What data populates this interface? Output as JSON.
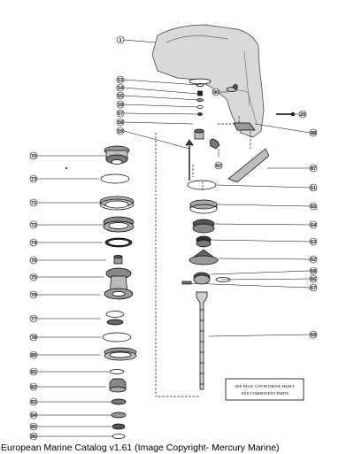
{
  "callouts": [
    {
      "id": "c1",
      "label": "1"
    },
    {
      "id": "c53",
      "label": "53"
    },
    {
      "id": "c54",
      "label": "54"
    },
    {
      "id": "c55",
      "label": "55"
    },
    {
      "id": "c18",
      "label": "18"
    },
    {
      "id": "c57",
      "label": "57"
    },
    {
      "id": "c58",
      "label": "58"
    },
    {
      "id": "c59",
      "label": "59"
    },
    {
      "id": "c90",
      "label": "90"
    },
    {
      "id": "c60",
      "label": "60"
    },
    {
      "id": "c20",
      "label": "20"
    },
    {
      "id": "c88",
      "label": "88"
    },
    {
      "id": "c87",
      "label": "87"
    },
    {
      "id": "c61",
      "label": "61"
    },
    {
      "id": "c65",
      "label": "65"
    },
    {
      "id": "c64",
      "label": "64"
    },
    {
      "id": "c63",
      "label": "63"
    },
    {
      "id": "c62",
      "label": "62"
    },
    {
      "id": "c68",
      "label": "68"
    },
    {
      "id": "c66",
      "label": "66"
    },
    {
      "id": "c67",
      "label": "67"
    },
    {
      "id": "c69",
      "label": "69"
    },
    {
      "id": "c70",
      "label": "70"
    },
    {
      "id": "c73",
      "label": "73"
    },
    {
      "id": "c71",
      "label": "71"
    },
    {
      "id": "c72",
      "label": "72"
    },
    {
      "id": "c74",
      "label": "74"
    },
    {
      "id": "c76",
      "label": "76"
    },
    {
      "id": "c75",
      "label": "75"
    },
    {
      "id": "c79",
      "label": "79"
    },
    {
      "id": "c77",
      "label": "77"
    },
    {
      "id": "c78",
      "label": "78"
    },
    {
      "id": "c80",
      "label": "80"
    },
    {
      "id": "c81",
      "label": "81"
    },
    {
      "id": "c82",
      "label": "82"
    },
    {
      "id": "c83",
      "label": "83"
    },
    {
      "id": "c84",
      "label": "84"
    },
    {
      "id": "c85",
      "label": "85"
    },
    {
      "id": "c86",
      "label": "86"
    }
  ],
  "note": {
    "line1": "SEE PAGE 12 FOR DRIVE SHAFT",
    "line2": "AND COMPONENT PARTS"
  },
  "caption": "European Marine Catalog v1.61 (Image Copyright- Mercury Marine)"
}
